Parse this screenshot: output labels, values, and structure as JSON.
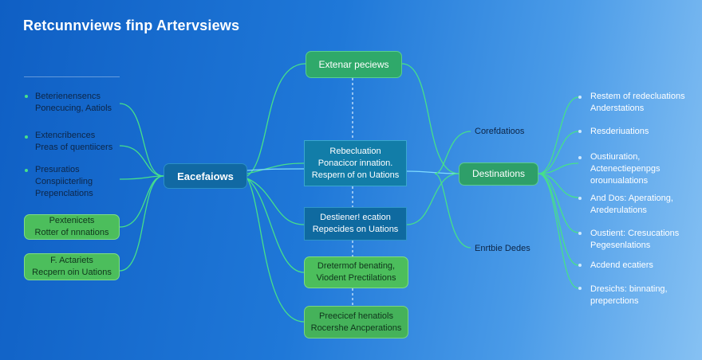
{
  "title": "Retcunnviews finp Artervsiews",
  "colors": {
    "line_green": "#46e08a",
    "line_light": "#a9dcff",
    "accent_green": "#2fa96a",
    "accent_teal": "#127da8"
  },
  "left_items": [
    {
      "line1": "Beterienensencs",
      "line2": "Ponecucing, Aatiols"
    },
    {
      "line1": "Extencribences",
      "line2": "Preas of quentiicers"
    },
    {
      "line1": "Presuratios",
      "line2": "Conspiicterling",
      "line3": "Prepenclations"
    }
  ],
  "left_boxes": [
    {
      "line1": "Pextenicets",
      "line2": "Rotter of nnnations"
    },
    {
      "line1": "F. Actariets",
      "line2": "Recpern oin Uations"
    }
  ],
  "hub": {
    "label": "Eacefaiows"
  },
  "top_box": {
    "label": "Extenar peciews"
  },
  "center_boxes": [
    {
      "line1": "Rebecluation",
      "line2": "Ponacicor innation.",
      "line3": "Respern of on Uations"
    },
    {
      "line1": "Destiener! ecation",
      "line2": "Repecides on Uations"
    },
    {
      "line1": "Dretermof benating,",
      "line2": "Viodent Prectilations"
    },
    {
      "line1": "Preecicef henatiols",
      "line2": "Rocershe Ancperations"
    }
  ],
  "mid_labels": {
    "upper": "Corefdatioos",
    "lower": "Enrtbie Dedes"
  },
  "destinations": {
    "label": "Destinations"
  },
  "right_items": [
    {
      "line1": "Restem of redecluations",
      "line2": "Anderstations"
    },
    {
      "line1": "Resderiuations"
    },
    {
      "line1": "Oustiuration,",
      "line2": "Actenectiepenpgs",
      "line3": "orounualations"
    },
    {
      "line1": "And Dos: Aperationg,",
      "line2": "Arederulations"
    },
    {
      "line1": "Oustient: Cresucations",
      "line2": "Pegesenlations"
    },
    {
      "line1": "Acdend ecatiers"
    },
    {
      "line1": "Dresichs: binnating,",
      "line2": "preperctions"
    }
  ]
}
